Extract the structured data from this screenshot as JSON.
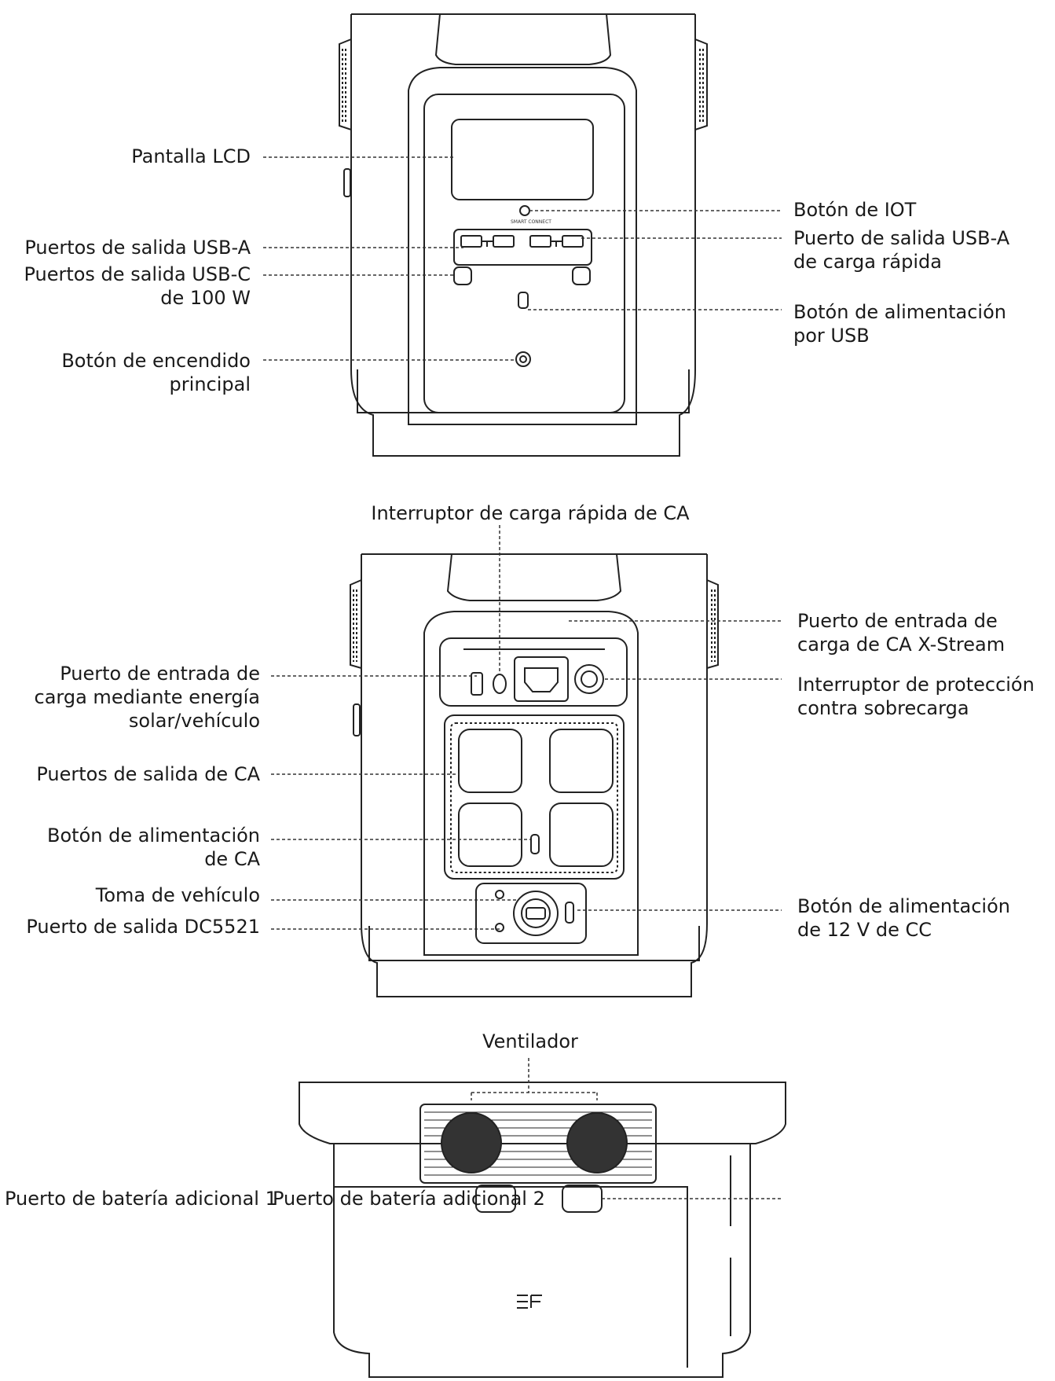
{
  "front_view": {
    "labels": {
      "lcd_screen": [
        "Pantalla LCD"
      ],
      "iot_button": [
        "Botón de IOT"
      ],
      "usb_a_outputs": [
        "Puertos de salida USB-A"
      ],
      "usb_a_fast_output": [
        "Puerto de salida USB-A",
        "de carga rápida"
      ],
      "usb_c_outputs": [
        "Puertos de salida USB-C",
        "de 100 W"
      ],
      "usb_power_button": [
        "Botón de alimentación",
        "por USB"
      ],
      "main_power_button": [
        "Botón de encendido",
        "principal"
      ]
    }
  },
  "back_view": {
    "labels": {
      "ac_fast_charge_switch": [
        "Interruptor de carga rápida de CA"
      ],
      "ac_xstream_input": [
        "Puerto de entrada de",
        "carga de CA X-Stream"
      ],
      "solar_car_input": [
        "Puerto de entrada de",
        "carga mediante energía",
        "solar/vehículo"
      ],
      "overload_protector": [
        "Interruptor de protección",
        "contra sobrecarga"
      ],
      "ac_outputs": [
        "Puertos de salida de CA"
      ],
      "ac_power_button": [
        "Botón de alimentación",
        "de CA"
      ],
      "car_outlet": [
        "Toma de vehículo"
      ],
      "dc_12v_button": [
        "Botón de alimentación",
        "de 12 V de CC"
      ],
      "dc5521_output": [
        "Puerto de salida DC5521"
      ]
    }
  },
  "side_view": {
    "labels": {
      "fan": [
        "Ventilador"
      ],
      "extra_battery_1": [
        "Puerto de batería adicional 1"
      ],
      "extra_battery_2": [
        "Puerto de batería adicional 2"
      ]
    },
    "logo_text": "EF"
  }
}
